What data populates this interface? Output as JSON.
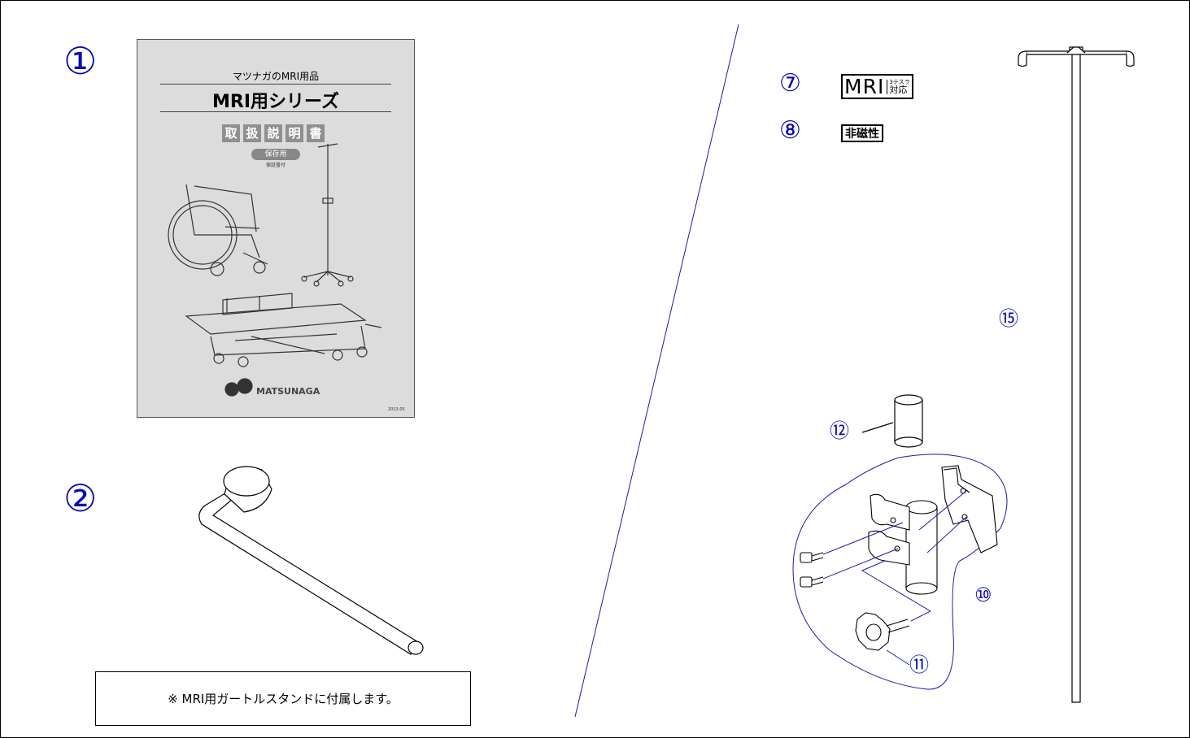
{
  "labels": {
    "item1": "①",
    "item2": "②",
    "item7": "⑦",
    "item8": "⑧",
    "item10": "⑩",
    "item11": "⑪",
    "item12": "⑫",
    "item15": "⑮"
  },
  "manual_cover": {
    "subtitle": "マツナガのMRI用品",
    "title": "MRI用シリーズ",
    "boxes": [
      "取",
      "扱",
      "説",
      "明",
      "書"
    ],
    "storage": "保存用",
    "storage_sub": "保証書付",
    "brand": "MATSUNAGA",
    "code": "2013.05"
  },
  "mark_mri": {
    "main": "MRI",
    "tesla": "3テスラ",
    "compat": "対応"
  },
  "mark_nonmagnetic": "非磁性",
  "note": "※  MRI用ガートルスタンドに付属します。",
  "colors": {
    "label_blue": "#0a0ab4",
    "line_blue": "#1a1ab0",
    "border": "#000000"
  }
}
